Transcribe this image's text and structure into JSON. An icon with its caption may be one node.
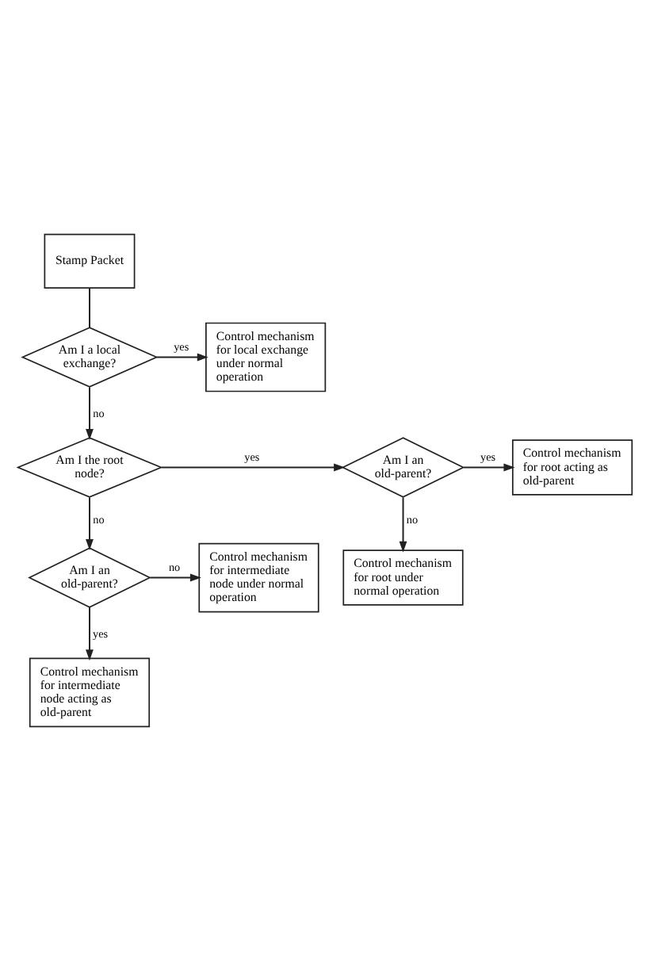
{
  "diagram": {
    "nodes": [
      {
        "text": [
          "Stamp Packet"
        ]
      },
      {
        "text": [
          "Am I a local exchange?"
        ]
      },
      {
        "text": [
          "Control mechanism for local exchange under normal operation"
        ]
      },
      {
        "text": [
          "Am I the root node?"
        ]
      },
      {
        "text": [
          "Am I an old-parent?"
        ]
      },
      {
        "text": [
          "Control mechanism for root acting as old-parent"
        ]
      },
      {
        "text": [
          "Control mechanism for root under normal operation"
        ]
      },
      {
        "text": [
          "Am I an old-parent?"
        ]
      },
      {
        "text": [
          "Control mechanism for intermediate node under normal operation"
        ]
      },
      {
        "text": [
          "Control mechanism for intermediate node acting as old-parent"
        ]
      }
    ],
    "edges": [
      {
        "from": 0,
        "to": 1,
        "arrow": "none"
      },
      {
        "from": 1,
        "to": 2,
        "arrow": "to",
        "label": "yes"
      },
      {
        "from": 1,
        "to": 3,
        "arrow": "to",
        "label": "no"
      },
      {
        "from": 3,
        "to": 4,
        "arrow": "to",
        "label": "yes"
      },
      {
        "from": 4,
        "to": 5,
        "arrow": "to",
        "label": "yes"
      },
      {
        "from": 3,
        "to": 7,
        "arrow": "to",
        "label": "no"
      },
      {
        "from": 4,
        "to": 6,
        "arrow": "to",
        "label": "no"
      },
      {
        "from": 7,
        "to": 8,
        "arrow": "to",
        "label": "no"
      },
      {
        "from": 7,
        "to": 9,
        "arrow": "to",
        "label": "yes"
      }
    ]
  }
}
